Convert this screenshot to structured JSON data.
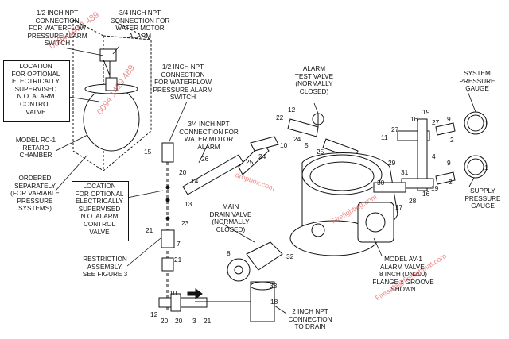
{
  "labels": {
    "npt_waterflow_top": "1/2 INCH NPT\nCONNECTION\nFOR WATERFLOW\nPRESSURE ALARM\nSWITCH",
    "npt_motor_top": "3/4 INCH NPT\nCONNECTION FOR\nWATER MOTOR\nALARM",
    "location_top": "LOCATION\nFOR OPTIONAL\nELECTRICALLY\nSUPERVISED\nN.O. ALARM\nCONTROL\nVALVE",
    "npt_waterflow_mid": "1/2 INCH NPT\nCONNECTION\nFOR WATERFLOW\nPRESSURE ALARM\nSWITCH",
    "npt_motor_mid": "3/4 INCH NPT\nCONNECTION FOR\nWATER MOTOR\nALARM",
    "alarm_test_valve": "ALARM\nTEST VALVE\n(NORMALLY\nCLOSED)",
    "system_pressure_gauge": "SYSTEM\nPRESSURE\nGAUGE",
    "model_rc1": "MODEL RC-1\nRETARD\nCHAMBER",
    "ordered_separately": "ORDERED\nSEPARATELY\n(FOR VARIABLE\nPRESSURE\nSYSTEMS)",
    "location_mid": "LOCATION\nFOR OPTIONAL\nELECTRICALLY\nSUPERVISED\nN.O. ALARM\nCONTROL\nVALVE",
    "main_drain_valve": "MAIN\nDRAIN VALVE\n(NORMALLY\nCLOSED)",
    "supply_pressure_gauge": "SUPPLY\nPRESSURE\nGAUGE",
    "restriction_assembly": "RESTRICTION\nASSEMBLY,\nSEE FIGURE 3",
    "model_av1": "MODEL AV-1\nALARM VALVE,\n8 INCH (DN200)\nFLANGE x GROOVE\nSHOWN",
    "npt_drain": "2 INCH NPT\nCONNECTION\nTO DRAIN"
  },
  "part_numbers": {
    "n15": "15",
    "n26": "26",
    "n20a": "20",
    "n14": "14",
    "n13": "13",
    "n25a": "25",
    "n22": "22",
    "n12a": "12",
    "n10a": "10",
    "n24a": "24",
    "n5": "5",
    "n25b": "25",
    "n24b": "24",
    "n11": "11",
    "n27a": "27",
    "n16a": "16",
    "n19a": "19",
    "n27b": "27",
    "n9a": "9",
    "n1a": "1",
    "n2a": "2",
    "n29": "29",
    "n31": "31",
    "n4": "4",
    "n9b": "9",
    "n1b": "1",
    "n2b": "2",
    "n30": "30",
    "n16b": "16",
    "n19b": "19",
    "n28": "28",
    "n17": "17",
    "n21a": "21",
    "n23": "23",
    "n7": "7",
    "n21b": "21",
    "n32": "32",
    "n8": "8",
    "n33": "33",
    "n18": "18",
    "n10b": "10",
    "n12b": "12",
    "n20b": "20",
    "n20c": "20",
    "n3": "3",
    "n21c": "21"
  },
  "watermarks": [
    "0094 1419 489",
    "0094 1419 489",
    "dropbox.com",
    "Firefighting.com",
    "Firesafe@firefightnat.com"
  ]
}
